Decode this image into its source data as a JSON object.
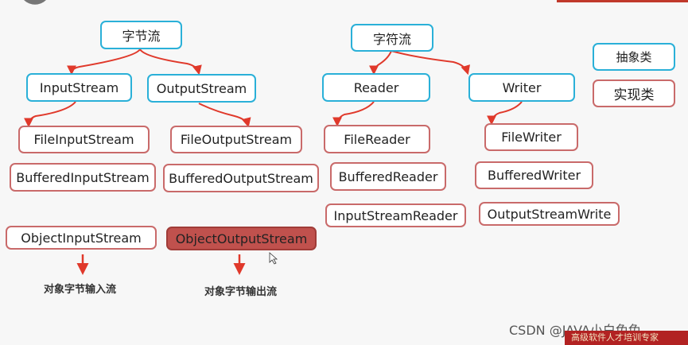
{
  "streams": {
    "byte_root": "字节流",
    "char_root": "字符流",
    "input_stream": "InputStream",
    "output_stream": "OutputStream",
    "reader": "Reader",
    "writer": "Writer"
  },
  "legend": {
    "abstract": "抽象类",
    "impl": "实现类"
  },
  "impl_classes": {
    "file_input_stream": "FileInputStream",
    "buffered_input_stream": "BufferedInputStream",
    "file_output_stream": "FileOutputStream",
    "buffered_output_stream": "BufferedOutputStream",
    "file_reader": "FileReader",
    "buffered_reader": "BufferedReader",
    "input_stream_reader": "InputStreamReader",
    "file_writer": "FileWriter",
    "buffered_writer": "BufferedWriter",
    "output_stream_write": "OutputStreamWrite",
    "object_input_stream": "ObjectInputStream",
    "object_output_stream": "ObjectOutputStream"
  },
  "captions": {
    "object_input": "对象字节输入流",
    "object_output": "对象字节输出流"
  },
  "watermark": "CSDN @JAVA小白兔兔",
  "footer_text": "高级软件人才培训专家",
  "colors": {
    "abstract_border": "#2ab0d8",
    "impl_border": "#c96a6a",
    "arrow": "#e0392b",
    "highlight_fill": "#c0514d"
  }
}
